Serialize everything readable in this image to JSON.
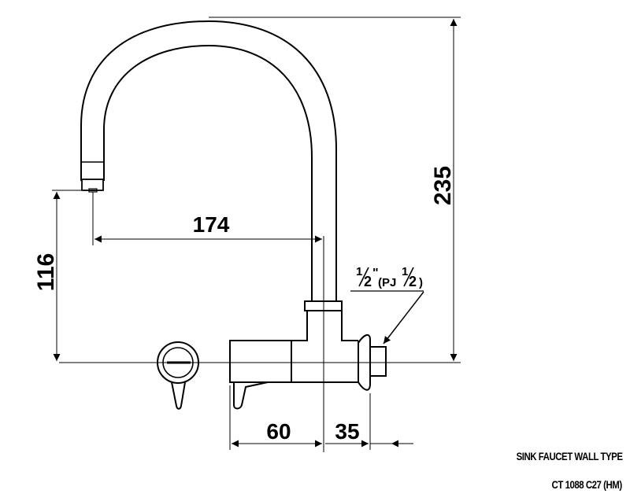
{
  "dimensions": {
    "total_height": "235",
    "spout_reach": "174",
    "spout_height": "116",
    "body_left": "60",
    "body_right": "35"
  },
  "thread_label": {
    "part1_num": "1",
    "part1_den": "2",
    "mark": "\"",
    "mid": "(PJ",
    "part2_num": "1",
    "part2_den": "2",
    "close": ")"
  },
  "caption": {
    "title": "SINK FAUCET WALL TYPE",
    "model": "CT 1088 C27 (HM)"
  }
}
